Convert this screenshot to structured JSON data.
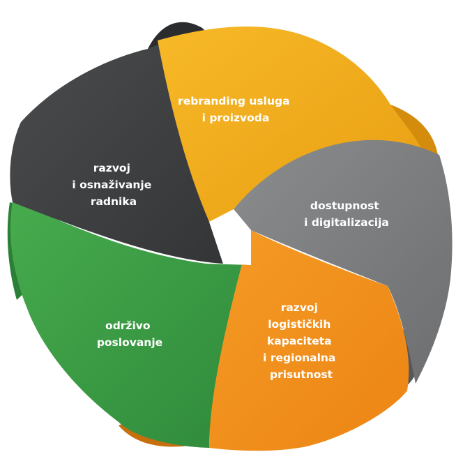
{
  "diagram": {
    "segments": [
      {
        "id": "rebranding",
        "lines": [
          "rebranding usluga",
          "i proizvoda"
        ],
        "color": "#f4ad1c"
      },
      {
        "id": "dostupnost",
        "lines": [
          "dostupnost",
          "i digitalizacija"
        ],
        "color": "#7c7e80"
      },
      {
        "id": "logistika",
        "lines": [
          "razvoj",
          "logističkih",
          "kapaciteta",
          "i regionalna",
          "prisutnost"
        ],
        "color": "#f0901c"
      },
      {
        "id": "odrzivo",
        "lines": [
          "održivo",
          "poslovanje"
        ],
        "color": "#3d9a45"
      },
      {
        "id": "radnici",
        "lines": [
          "razvoj",
          "i osnaživanje",
          "radnika"
        ],
        "color": "#3f4143"
      }
    ]
  }
}
